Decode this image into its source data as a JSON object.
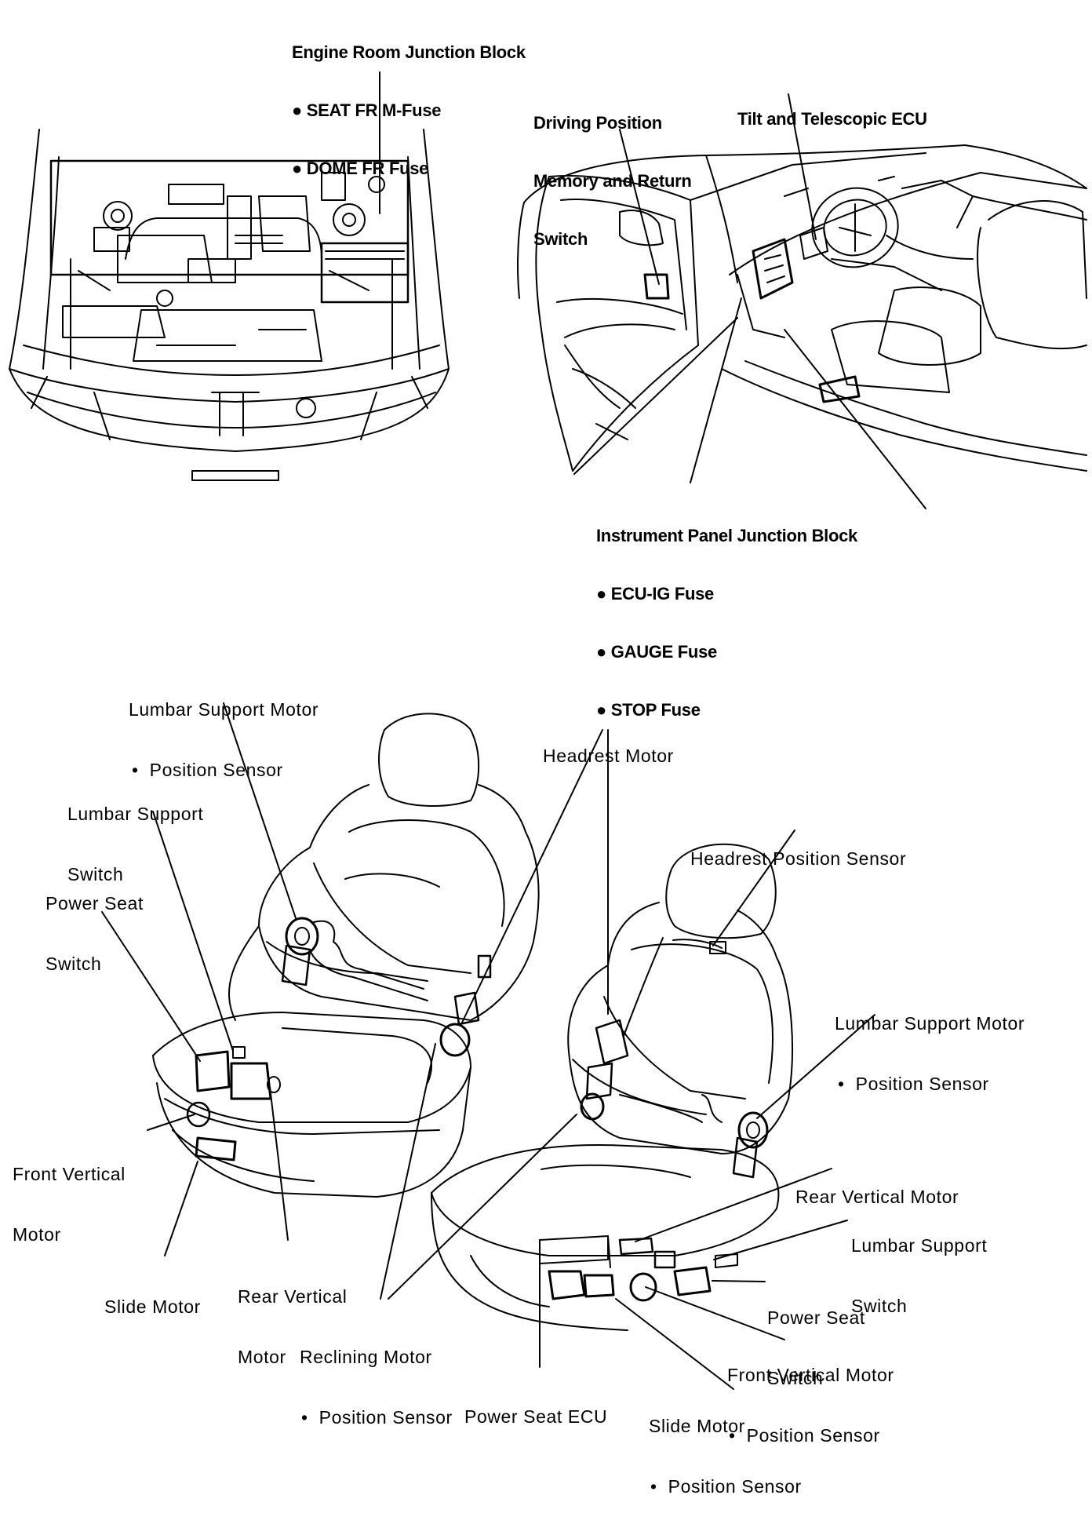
{
  "labels": {
    "engine_room": [
      "Engine Room Junction Block",
      "● SEAT FR M-Fuse",
      "● DOME FR Fuse"
    ],
    "driving_position": [
      "Driving Position",
      "Memory and Return",
      "Switch"
    ],
    "tilt_ecu": [
      "Tilt and Telescopic ECU"
    ],
    "instrument_panel": [
      "Instrument Panel Junction Block",
      "● ECU-IG Fuse",
      "● GAUGE Fuse",
      "● STOP Fuse"
    ],
    "lumbar_motor_left": [
      "Lumbar Support Motor",
      "•  Position Sensor"
    ],
    "headrest_motor": [
      "Headrest Motor"
    ],
    "lumbar_switch_left": [
      "Lumbar Support",
      "Switch"
    ],
    "headrest_sensor": [
      "Headrest Position Sensor"
    ],
    "power_seat_switch_left": [
      "Power Seat",
      "Switch"
    ],
    "lumbar_motor_right": [
      "Lumbar Support Motor",
      "•  Position Sensor"
    ],
    "front_vertical_left": [
      "Front Vertical",
      "Motor"
    ],
    "rear_vertical_right": [
      "Rear Vertical Motor"
    ],
    "lumbar_switch_right": [
      "Lumbar Support",
      "Switch"
    ],
    "slide_motor_left": [
      "Slide Motor"
    ],
    "rear_vertical_left": [
      "Rear Vertical",
      "Motor"
    ],
    "power_seat_switch_right": [
      "Power Seat",
      "Switch"
    ],
    "reclining_motor": [
      "Reclining Motor",
      "•  Position Sensor"
    ],
    "front_vertical_right": [
      "Front Vertical Motor",
      "•  Position Sensor"
    ],
    "power_seat_ecu": [
      "Power Seat ECU"
    ],
    "slide_motor_right": [
      "Slide Motor",
      "•  Position Sensor"
    ]
  }
}
